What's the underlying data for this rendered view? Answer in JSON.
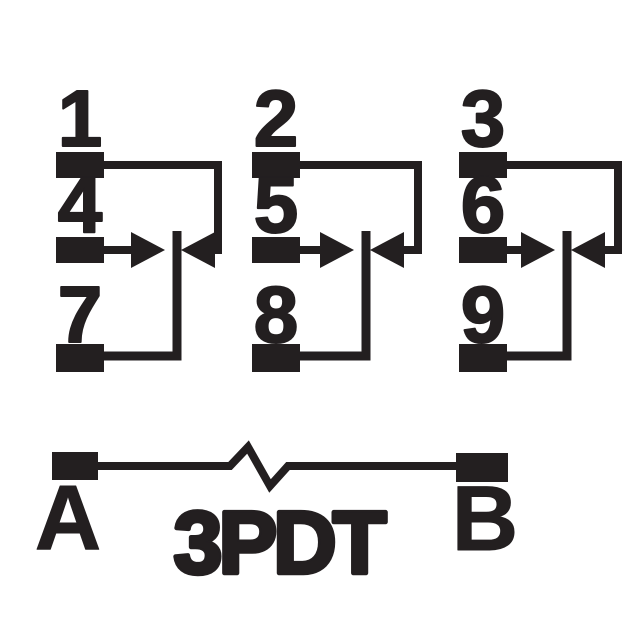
{
  "diagram": {
    "title": "3PDT",
    "ink_color": "#231f20",
    "background_color": "#ffffff",
    "poles": [
      {
        "top_terminal": "1",
        "common_terminal": "4",
        "bottom_terminal": "7"
      },
      {
        "top_terminal": "2",
        "common_terminal": "5",
        "bottom_terminal": "8"
      },
      {
        "top_terminal": "3",
        "common_terminal": "6",
        "bottom_terminal": "9"
      }
    ],
    "coil": {
      "left_terminal": "A",
      "right_terminal": "B"
    }
  }
}
